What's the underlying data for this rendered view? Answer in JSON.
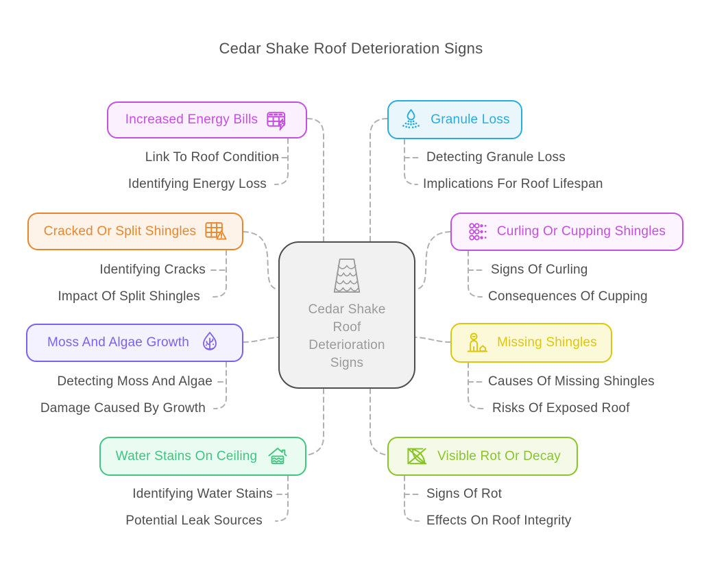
{
  "title": "Cedar Shake Roof Deterioration Signs",
  "center": {
    "label": "Cedar Shake Roof Deterioration Signs",
    "icon": "cedar-shake-roof-icon",
    "border_color": "#4d4d4d",
    "bg_color": "#f1f1f1",
    "text_color": "#9a9a9a"
  },
  "connector_color": "#b0b0b0",
  "subtext_color": "#4d4d4d",
  "branches": [
    {
      "label": "Increased Energy Bills",
      "icon": "energy-bills-table-icon",
      "color": "#c44fe0",
      "bg": "#fbf1fe",
      "side": "left",
      "children": [
        "Link To Roof Condition",
        "Identifying Energy Loss"
      ]
    },
    {
      "label": "Granule Loss",
      "icon": "granule-loss-drop-icon",
      "color": "#29abe2",
      "bg": "#e9f7fd",
      "side": "right",
      "children": [
        "Detecting Granule Loss",
        "Implications For Roof Lifespan"
      ]
    },
    {
      "label": "Cracked Or Split Shingles",
      "icon": "cracked-shingles-grid-warning-icon",
      "color": "#e8862d",
      "bg": "#fdf3e8",
      "side": "left",
      "children": [
        "Identifying Cracks",
        "Impact Of Split Shingles"
      ]
    },
    {
      "label": "Curling Or Cupping Shingles",
      "icon": "curling-dots-grid-icon",
      "color": "#c44fe0",
      "bg": "#fcf4fe",
      "side": "right",
      "children": [
        "Signs Of Curling",
        "Consequences Of Cupping"
      ]
    },
    {
      "label": "Moss And Algae Growth",
      "icon": "moss-algae-drop-sprout-icon",
      "color": "#7a61f2",
      "bg": "#f4f2fe",
      "side": "left",
      "children": [
        "Detecting Moss And Algae",
        "Damage Caused By Growth"
      ]
    },
    {
      "label": "Missing Shingles",
      "icon": "missing-shingles-person-house-icon",
      "color": "#ddc60e",
      "bg": "#fcf9d9",
      "side": "right",
      "children": [
        "Causes Of Missing Shingles",
        "Risks Of Exposed Roof"
      ]
    },
    {
      "label": "Water Stains On Ceiling",
      "icon": "water-stains-house-icon",
      "color": "#3fc57f",
      "bg": "#eafbf2",
      "side": "left",
      "children": [
        "Identifying Water Stains",
        "Potential Leak Sources"
      ]
    },
    {
      "label": "Visible Rot Or Decay",
      "icon": "rot-decay-crossed-leaf-icon",
      "color": "#88c527",
      "bg": "#f4fae7",
      "side": "right",
      "children": [
        "Signs Of Rot",
        "Effects On Roof Integrity"
      ]
    }
  ]
}
